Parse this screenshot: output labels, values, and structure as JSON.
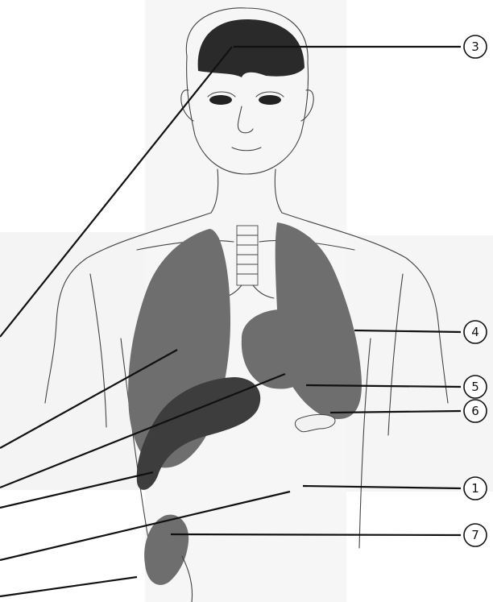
{
  "diagram": {
    "callouts": [
      {
        "id": "brain",
        "label": "3"
      },
      {
        "id": "left-lung",
        "label": "4"
      },
      {
        "id": "heart",
        "label": "5"
      },
      {
        "id": "lung-base",
        "label": "6"
      },
      {
        "id": "stomach",
        "label": "1"
      },
      {
        "id": "kidney",
        "label": "7"
      }
    ],
    "colors": {
      "organ": "#6e6e6e",
      "organ_dark": "#3d3d3d",
      "line": "#111111",
      "background": "#ffffff"
    }
  }
}
